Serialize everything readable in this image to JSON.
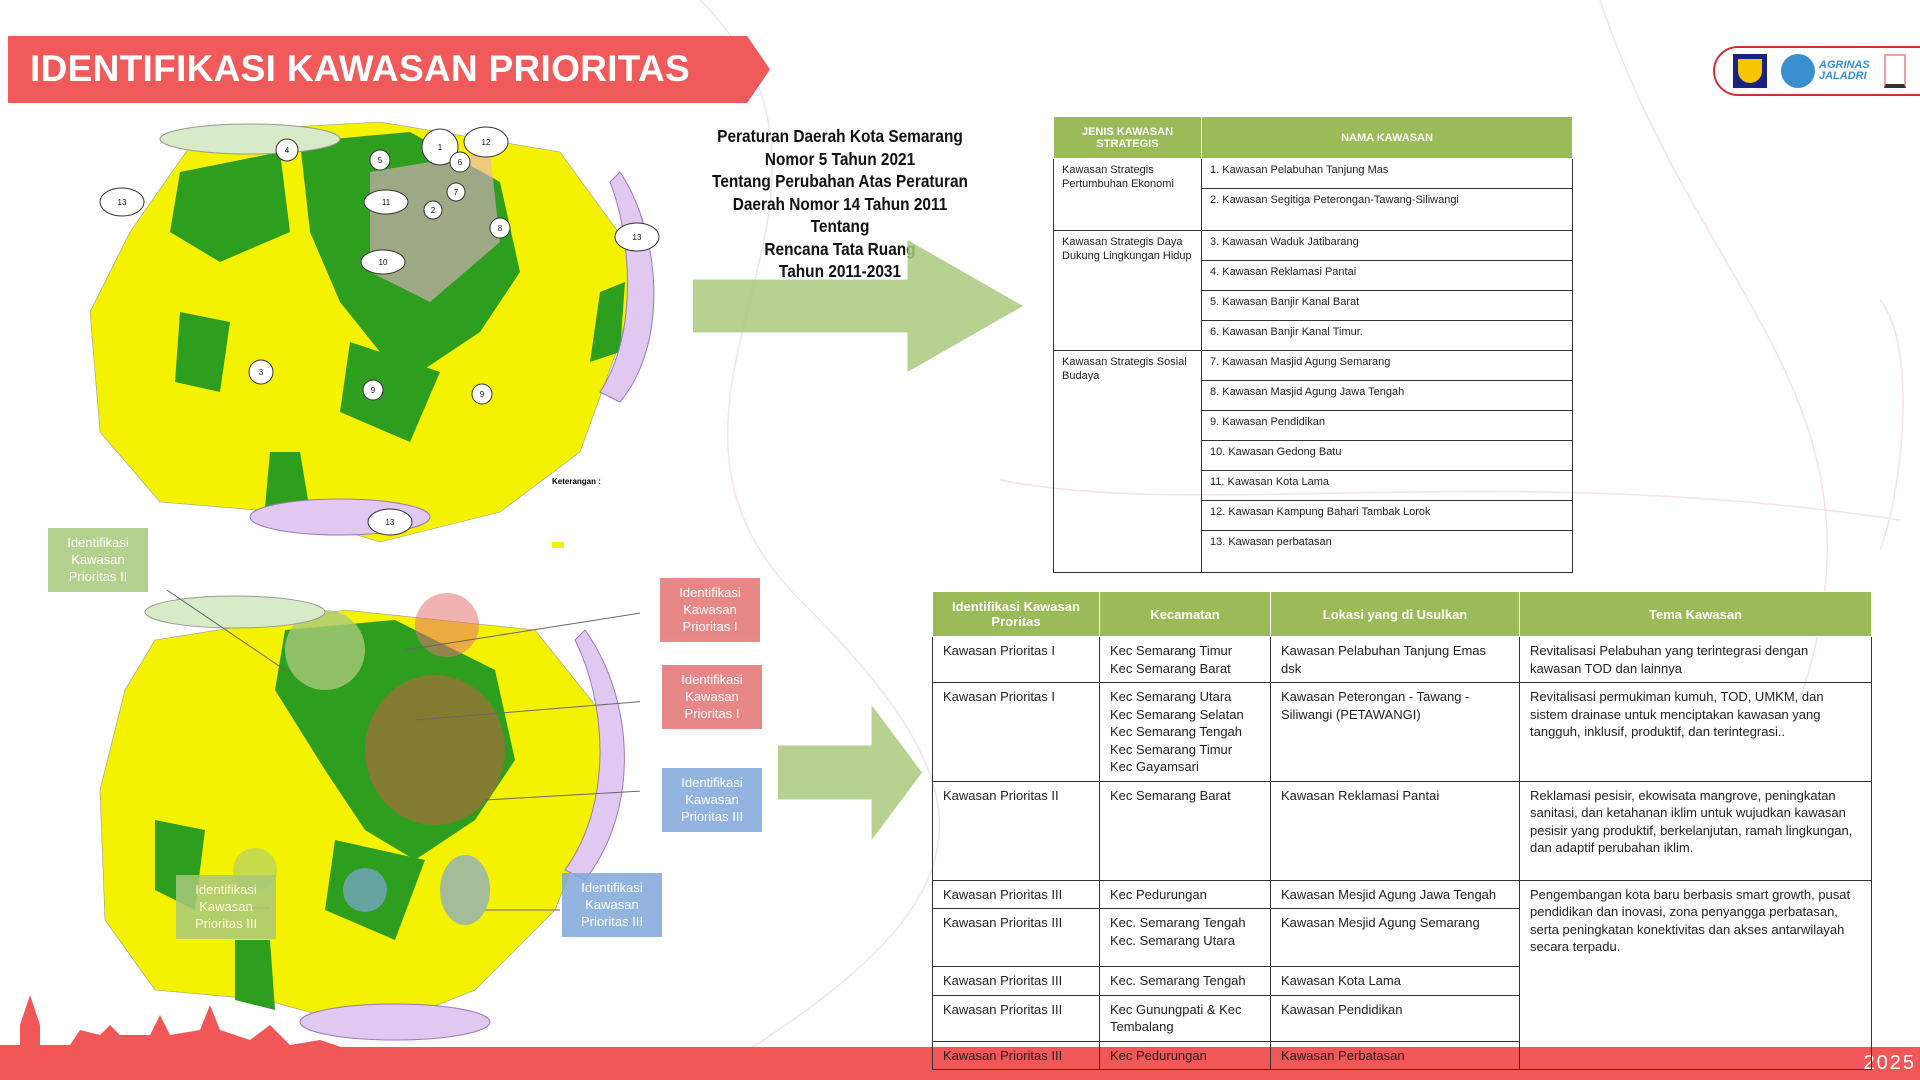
{
  "header": {
    "title": "IDENTIFIKASI KAWASAN PRIORITAS",
    "logos": [
      "pu-logo",
      "agrinas-jaladri-logo",
      "planning-logo"
    ],
    "logo_text": "AGRINAS JALADRI"
  },
  "regulation": {
    "lines": [
      "Peraturan Daerah Kota Semarang",
      "Nomor 5 Tahun 2021",
      "Tentang Perubahan Atas Peraturan",
      "Daerah Nomor 14 Tahun 2011 Tentang",
      "Rencana Tata Ruang",
      "Tahun 2011-2031"
    ]
  },
  "top_map": {
    "markers": [
      "1",
      "2",
      "3",
      "4",
      "5",
      "6",
      "7",
      "8",
      "9",
      "9",
      "10",
      "11",
      "12",
      "13",
      "13",
      "13"
    ],
    "legend_title": "Keterangan :",
    "colors": {
      "challenges": "#ffff00",
      "opportunities": "#2e9e1f"
    }
  },
  "strategic_table": {
    "headers": [
      "JENIS KAWASAN STRATEGIS",
      "NAMA KAWASAN"
    ],
    "groups": [
      {
        "type": "Kawasan Strategis Pertumbuhan Ekonomi",
        "items": [
          "1.   Kawasan Pelabuhan Tanjung Mas",
          "2.   Kawasan Segitiga Peterongan-Tawang-Siliwangi"
        ]
      },
      {
        "type": "Kawasan Strategis Daya Dukung Lingkungan Hidup",
        "items": [
          "3.   Kawasan Waduk Jatibarang",
          "4.   Kawasan Reklamasi Pantai",
          "5.   Kawasan Banjir  Kanal Barat",
          "6.   Kawasan Banjir  Kanal Timur."
        ]
      },
      {
        "type": "Kawasan Strategis Sosial Budaya",
        "items": [
          "7.   Kawasan Masjid Agung Semarang",
          "8.   Kawasan Masjid Agung Jawa Tengah",
          "9.   Kawasan Pendidikan",
          "10. Kawasan  Gedong Batu",
          "11. Kawasan  Kota Lama",
          "12. Kawasan Kampung Bahari Tambak Lorok",
          "13. Kawasan perbatasan"
        ]
      }
    ]
  },
  "map_labels": {
    "p2": "Identifikasi Kawasan Prioritas II",
    "p1a": "Identifikasi Kawasan Prioritas I",
    "p1b": "Identifikasi Kawasan Prioritas I",
    "p3a": "Identifikasi Kawasan Prioritas III",
    "p3b": "Identifikasi Kawasan Prioritas III",
    "p3c": "Identifikasi Kawasan Prioritas III"
  },
  "priority_table": {
    "headers": [
      "Identifikasi Kawasan Proritas",
      "Kecamatan",
      "Lokasi yang di Usulkan",
      "Tema Kawasan"
    ],
    "rows": [
      {
        "kawasan": "Kawasan Prioritas I",
        "kecamatan": "Kec Semarang Timur\nKec Semarang Barat",
        "lokasi": "Kawasan Pelabuhan Tanjung Emas dsk",
        "tema": "Revitalisasi Pelabuhan yang terintegrasi dengan kawasan TOD dan lainnya"
      },
      {
        "kawasan": "Kawasan Prioritas I",
        "kecamatan": "Kec Semarang Utara\nKec Semarang Selatan\nKec Semarang Tengah\nKec Semarang Timur\nKec Gayamsari",
        "lokasi": "Kawasan Peterongan - Tawang -Siliwangi (PETAWANGI)",
        "tema": "Revitalisasi permukiman kumuh, TOD, UMKM, dan sistem drainase untuk menciptakan kawasan yang tangguh, inklusif, produktif, dan terintegrasi.."
      },
      {
        "kawasan": "Kawasan Prioritas II",
        "kecamatan": "Kec Semarang Barat",
        "lokasi": "Kawasan Reklamasi Pantai",
        "tema": "Reklamasi pesisir, ekowisata mangrove, peningkatan sanitasi, dan ketahanan iklim untuk wujudkan kawasan pesisir yang produktif, berkelanjutan, ramah lingkungan, dan adaptif perubahan iklim."
      },
      {
        "kawasan": "Kawasan Prioritas III",
        "kecamatan": "Kec Pedurungan",
        "lokasi": "Kawasan Mesjid Agung Jawa Tengah",
        "tema": "Pengembangan kota baru berbasis smart growth, pusat pendidikan dan inovasi, zona penyangga perbatasan, serta peningkatan konektivitas dan akses antarwilayah secara terpadu."
      },
      {
        "kawasan": "Kawasan Prioritas III",
        "kecamatan": "Kec. Semarang Tengah\nKec. Semarang Utara",
        "lokasi": "Kawasan Mesjid Agung Semarang"
      },
      {
        "kawasan": "Kawasan Prioritas III",
        "kecamatan": "Kec. Semarang Tengah",
        "lokasi": "Kawasan Kota Lama"
      },
      {
        "kawasan": "Kawasan Prioritas III",
        "kecamatan": "Kec Gunungpati & Kec Tembalang",
        "lokasi": "Kawasan Pendidikan"
      },
      {
        "kawasan": "Kawasan Prioritas III",
        "kecamatan": "Kec Pedurungan",
        "lokasi": "Kawasan Perbatasan"
      }
    ]
  },
  "footer": {
    "year": "2025",
    "color": "#f25757"
  }
}
